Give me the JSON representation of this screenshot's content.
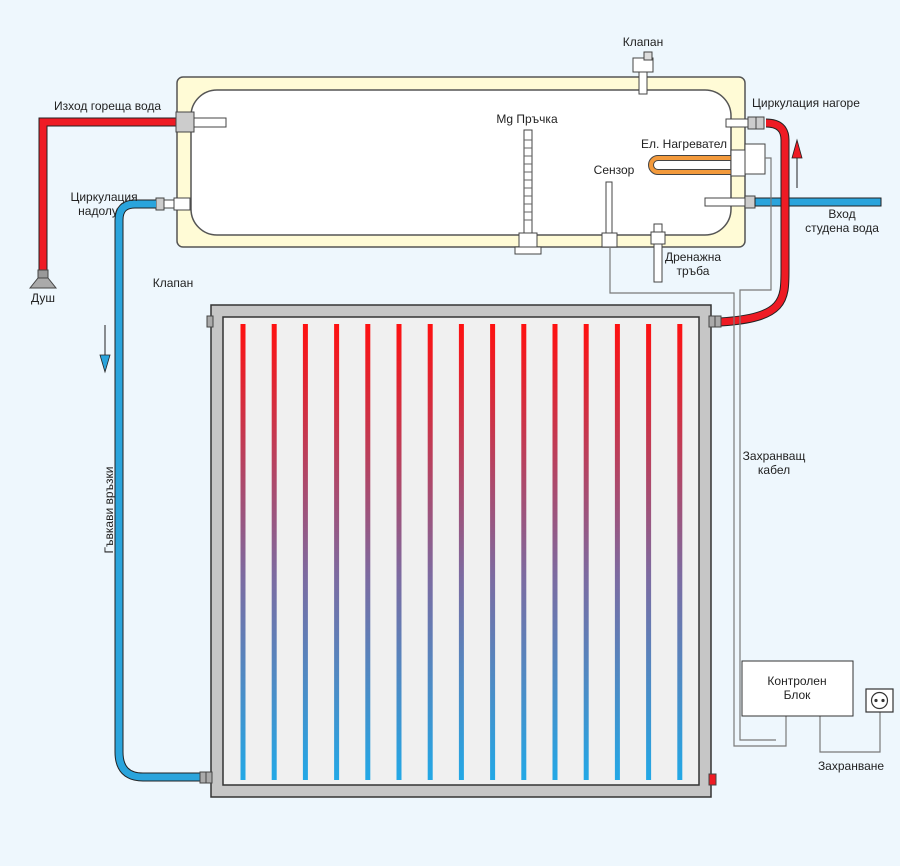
{
  "labels": {
    "hot_water_out": "Изход гореща вода",
    "valve_top": "Клапан",
    "mg_rod": "Mg Пръчка",
    "circulation_up": "Циркулация нагоре",
    "el_heater": "Ел. Нагревател",
    "sensor": "Сензор",
    "circulation_down_1": "Циркулация",
    "circulation_down_2": "надолу",
    "cold_water_in_1": "Вход",
    "cold_water_in_2": "студена вода",
    "drain_pipe_1": "Дренажна",
    "drain_pipe_2": "тръба",
    "shower": "Душ",
    "valve_left": "Клапан",
    "flexible_connections": "Гъвкави връзки",
    "power_cable_1": "Захранващ",
    "power_cable_2": "кабел",
    "control_unit_1": "Контролен",
    "control_unit_2": "Блок",
    "power_supply": "Захранване"
  },
  "colors": {
    "background": "#eef7fd",
    "tank_outer": "#fffbd6",
    "tank_inner": "#ffffff",
    "hot_pipe": "#ee1b24",
    "cold_pipe": "#2aa4dc",
    "pipe_outline": "#2a2a2a",
    "collector_frame": "#c6c6c6",
    "collector_inner": "#f0f0f0",
    "heater": "#f39a3c",
    "cable": "#7a7a7a"
  },
  "collector": {
    "tube_count": 15
  }
}
